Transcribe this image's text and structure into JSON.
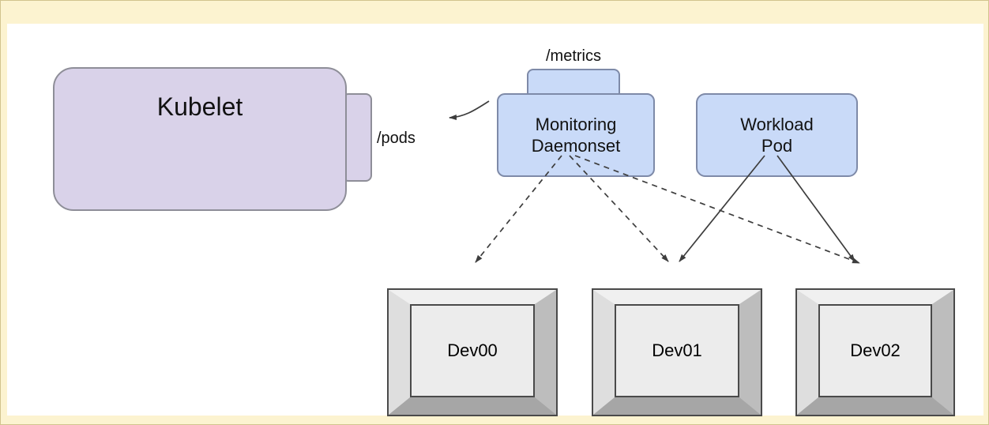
{
  "diagram": {
    "kubelet": {
      "label": "Kubelet"
    },
    "monitoring_daemonset": {
      "label": "Monitoring\nDaemonset"
    },
    "workload_pod": {
      "label": "Workload\nPod"
    },
    "metrics_endpoint": "/metrics",
    "pods_endpoint": "/pods",
    "devices": [
      {
        "label": "Dev00"
      },
      {
        "label": "Dev01"
      },
      {
        "label": "Dev02"
      }
    ],
    "edges": [
      {
        "from": "monitoring-daemonset",
        "to": "kubelet",
        "style": "solid",
        "label": "/pods"
      },
      {
        "from": "monitoring-daemonset",
        "to": "dev00",
        "style": "dashed"
      },
      {
        "from": "monitoring-daemonset",
        "to": "dev01",
        "style": "dashed"
      },
      {
        "from": "monitoring-daemonset",
        "to": "dev02",
        "style": "dashed"
      },
      {
        "from": "workload-pod",
        "to": "dev01",
        "style": "solid"
      },
      {
        "from": "workload-pod",
        "to": "dev02",
        "style": "solid"
      }
    ],
    "colors": {
      "canvas_background": "#fcf3d0",
      "panel_background": "#ffffff",
      "kubelet_fill": "#d9d2e9",
      "pod_fill": "#c9daf8",
      "device_fill": "#ececec",
      "box_border": "#8e8e98",
      "arrow": "#3d3d3d"
    }
  }
}
